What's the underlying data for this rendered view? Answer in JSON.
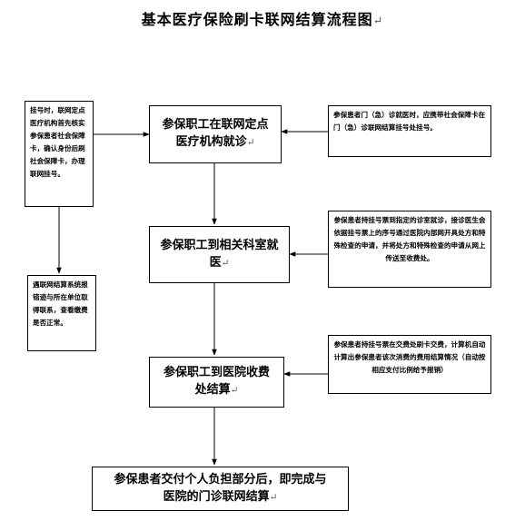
{
  "title": "基本医疗保险刷卡联网结算流程图",
  "steps": [
    "参保职工在联网定点医疗机构就诊",
    "参保职工到相关科室就医",
    "参保职工到医院收费处结算",
    "参保患者交付个人负担部分后，即完成与医院的门诊联网结算"
  ],
  "notes": {
    "left_top": "挂号时，联网定点医疗机构首先核实参保患者社会保障卡，确认身份后刷社会保障卡，办理联网挂号。",
    "left_bottom": "遇联网结算系统报错迹与所在单位取得联系，查看缴费是否正常。",
    "right_1": "参保患者门（急）诊就医时，应携带社会保障卡在门（急）诊联网结算挂号处挂号。",
    "right_2": "参保患者持挂号票到指定的诊室就诊，接诊医生会依据挂号票上的序号通过医院内部网开具处方和特殊检查的申请，并将处方和特殊检查的申请从网上传送至收费处。",
    "right_3": "参保患者持挂号票在交费处刷卡交费，计算机自动计算出参保患者该次消费的费用结算情况（自动按相应支付比例给予报销）"
  },
  "return_mark": "↵"
}
